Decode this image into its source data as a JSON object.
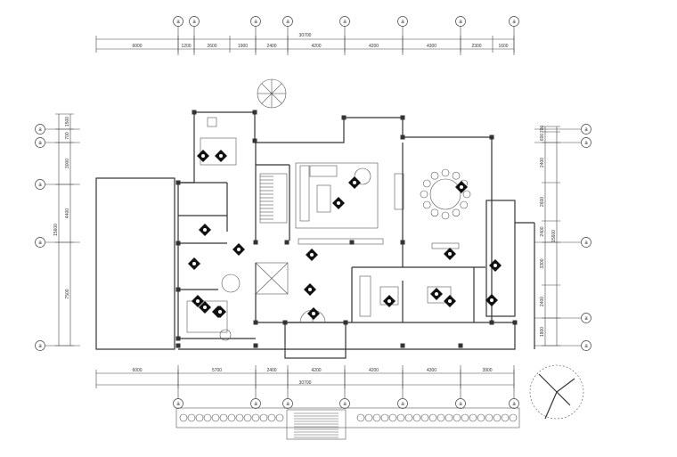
{
  "plan": {
    "axis_label": "a",
    "top_dimensions": {
      "overall": "30700",
      "segments": [
        "6000",
        "1200",
        "2600",
        "1900",
        "2400",
        "4200",
        "4200",
        "4300",
        "2300",
        "1600"
      ]
    },
    "bottom_dimensions": {
      "overall": "30700",
      "segments": [
        "6000",
        "5700",
        "2400",
        "4200",
        "4200",
        "4300",
        "3900"
      ]
    },
    "left_dimensions": {
      "overall": "15600",
      "segments": [
        "1500",
        "700",
        "3000",
        "4400",
        "7500"
      ]
    },
    "right_dimensions": {
      "overall": "15600",
      "segments": [
        "700",
        "600",
        "2400",
        "2600",
        "2400",
        "3300",
        "2400",
        "1800"
      ]
    }
  }
}
